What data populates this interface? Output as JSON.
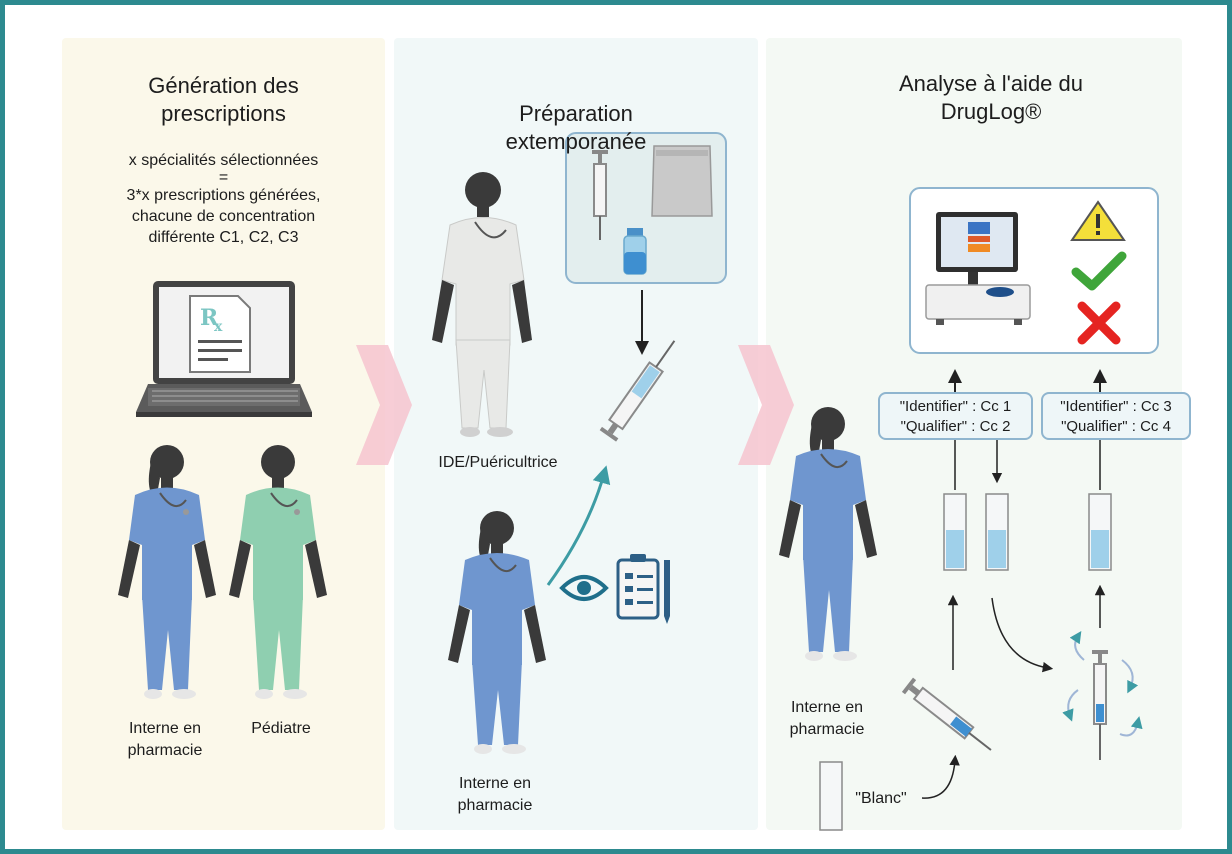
{
  "colors": {
    "frame": "#2d8a8f",
    "panel_1": "#fbf8ea",
    "panel_2": "#f1f8f8",
    "panel_3": "#f4f9f4",
    "scrub_blue": "#6f96cf",
    "scrub_green": "#8fcfb0",
    "coat_white": "#e8e9e7",
    "chevron": "#f6c4cf",
    "teal_arrow": "#3d9ca4",
    "check": "#3fa53a",
    "cross": "#e52421",
    "warning": "#f4df3a"
  },
  "panel_1": {
    "title_line1": "Génération des",
    "title_line2": "prescriptions",
    "text_line1": "x spécialités sélectionnées",
    "text_line2": "=",
    "text_line3": "3*x prescriptions générées,",
    "text_line4": "chacune de concentration",
    "text_line5": "différente C1, C2, C3",
    "person_1_line1": "Interne en",
    "person_1_line2": "pharmacie",
    "person_2": "Pédiatre"
  },
  "panel_2": {
    "title_line1": "Préparation",
    "title_line2": "extemporanée",
    "person_nurse": "IDE/Puéricultrice",
    "person_intern_line1": "Interne en",
    "person_intern_line2": "pharmacie"
  },
  "panel_3": {
    "title_line1": "Analyse à l'aide du",
    "title_line2": "DrugLog®",
    "box_1_line1": "\"Identifier\" : Cc 1",
    "box_1_line2": "\"Qualifier\" : Cc 2",
    "box_2_line1": "\"Identifier\" : Cc 3",
    "box_2_line2": "\"Qualifier\" : Cc 4",
    "person_line1": "Interne en",
    "person_line2": "pharmacie",
    "blank_label": "\"Blanc\""
  },
  "icons": [
    "laptop-prescription-icon",
    "syringe-icon",
    "powder-sachet-icon",
    "vial-icon",
    "eye-icon",
    "checklist-icon",
    "druglog-device-icon",
    "warning-icon",
    "check-icon",
    "cross-icon",
    "cuvette-icon"
  ]
}
